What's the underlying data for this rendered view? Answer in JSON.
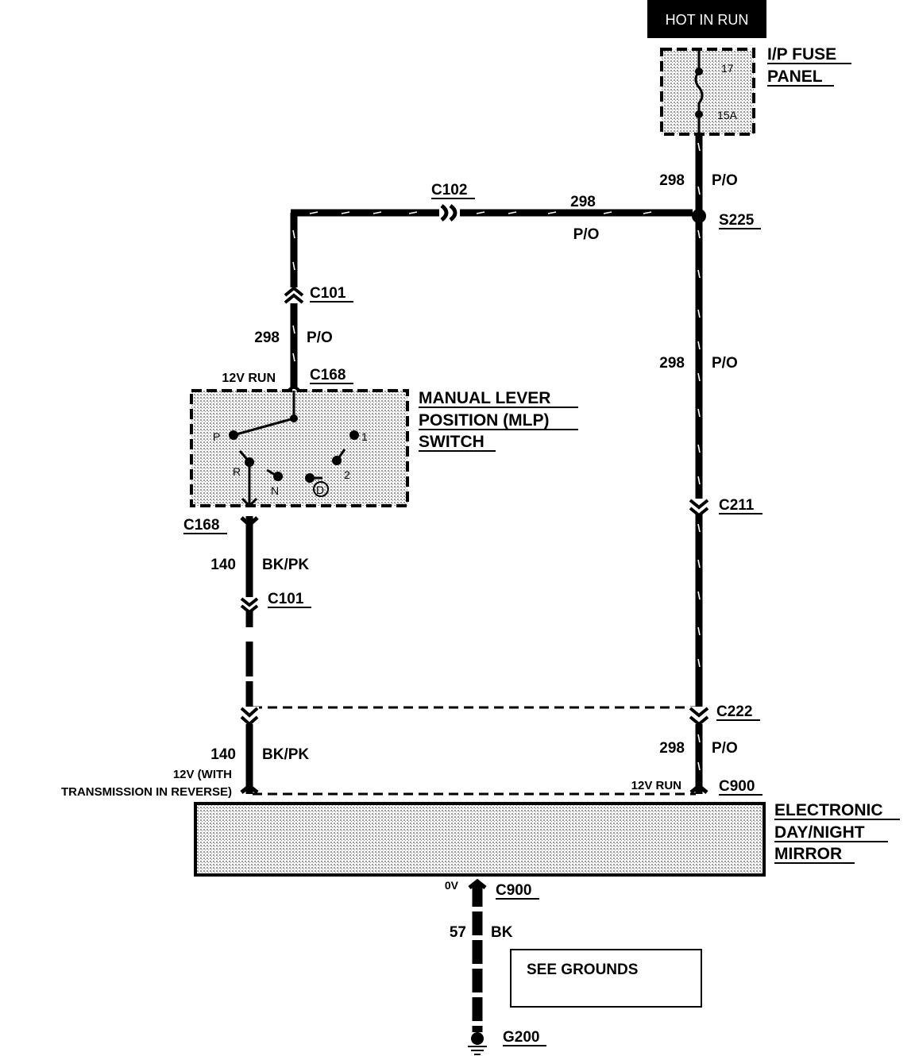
{
  "power_source": {
    "label": "HOT IN RUN"
  },
  "fuse_panel": {
    "title_line1": "I/P FUSE",
    "title_line2": "PANEL",
    "fuse_number": "17",
    "fuse_rating": "15A"
  },
  "splice": {
    "label": "S225"
  },
  "connectors": {
    "c102": "C102",
    "c101_top": "C101",
    "c168_top": "C168",
    "c168_bottom": "C168",
    "c101_bottom": "C101",
    "c211": "C211",
    "c222": "C222",
    "c900_right": "C900",
    "c900_ground": "C900"
  },
  "circuits": {
    "fuse_out": {
      "number": "298",
      "color": "P/O"
    },
    "top_run": {
      "number": "298",
      "color": "P/O"
    },
    "mlp_feed": {
      "number": "298",
      "color": "P/O"
    },
    "right_run": {
      "number": "298",
      "color": "P/O"
    },
    "mirror_feed": {
      "number": "298",
      "color": "P/O"
    },
    "reverse_out": {
      "number": "140",
      "color": "BK/PK"
    },
    "reverse_in": {
      "number": "140",
      "color": "BK/PK"
    },
    "ground": {
      "number": "57",
      "color": "BK"
    }
  },
  "voltages": {
    "mlp_input": "12V RUN",
    "reverse_line1": "12V (WITH",
    "reverse_line2": "TRANSMISSION IN REVERSE)",
    "mirror_run": "12V RUN",
    "ground": "0V"
  },
  "mlp_switch": {
    "title_line1": "MANUAL LEVER",
    "title_line2": "POSITION (MLP)",
    "title_line3": "SWITCH",
    "positions": [
      "P",
      "R",
      "N",
      "D",
      "2",
      "1"
    ]
  },
  "mirror": {
    "title_line1": "ELECTRONIC",
    "title_line2": "DAY/NIGHT",
    "title_line3": "MIRROR"
  },
  "grounds": {
    "note": "SEE GROUNDS",
    "ground_id": "G200"
  },
  "colors": {
    "ink": "#000000",
    "paper": "#ffffff",
    "stipple": "#bdbdbd"
  }
}
